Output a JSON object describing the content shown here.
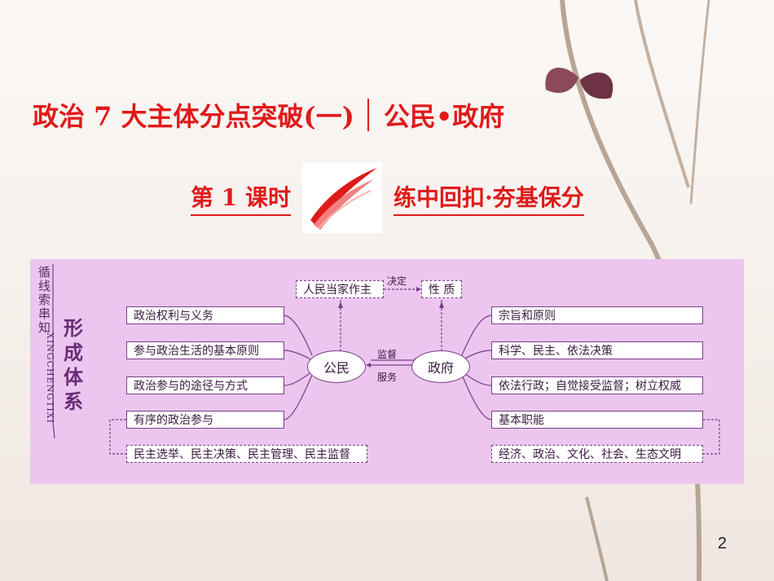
{
  "title": {
    "main": "政治 7 大主体分点突破(一)",
    "sub": "公民•政府"
  },
  "subtitle": {
    "left": "第 1 课时",
    "right": "练中回扣·夯基保分"
  },
  "panel": {
    "side_vertical": "循线索串知",
    "side_pinyin": "XINGCHENGTIXI",
    "side_big": "形成体系",
    "top_left_box": "人民当家作主",
    "top_arrow_label": "决定",
    "top_right_box": "性  质",
    "center_left": "公民",
    "center_right": "政府",
    "center_top_label": "监督",
    "center_bottom_label": "服务",
    "left_items": [
      "政治权利与义务",
      "参与政治生活的基本原则",
      "政治参与的途径与方式",
      "有序的政治参与"
    ],
    "left_bottom": "民主选举、民主决策、民主管理、民主监督",
    "right_items": [
      "宗旨和原则",
      "科学、民主、依法决策",
      "依法行政；自觉接受监督；树立权威",
      "基本职能"
    ],
    "right_bottom": "经济、政治、文化、社会、生态文明"
  },
  "page_number": "2"
}
